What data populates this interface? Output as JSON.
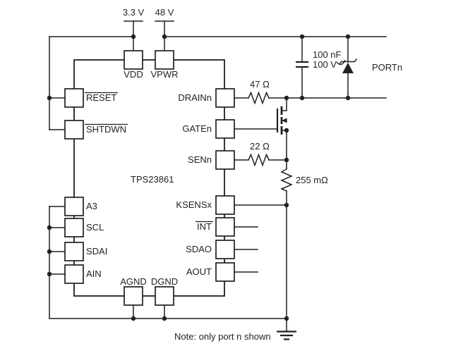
{
  "schematic": {
    "ic_label": "TPS23861",
    "supplies": {
      "v33": "3.3 V",
      "v48": "48 V"
    },
    "pins": {
      "vdd": "VDD",
      "vpwr": "VPWR",
      "reset": "RESET",
      "shtdwn": "SHTDWN",
      "a3": "A3",
      "scl": "SCL",
      "sdai": "SDAI",
      "ain": "AIN",
      "drainn": "DRAINn",
      "gaten": "GATEn",
      "senn": "SENn",
      "ksensx": "KSENSx",
      "int": "INT",
      "sdao": "SDAO",
      "aout": "AOUT",
      "agnd": "AGND",
      "dgnd": "DGND"
    },
    "components": {
      "drain_resistor": "47 Ω",
      "sense_gate_resistor": "22 Ω",
      "current_sense_resistor": "255 mΩ",
      "capacitor_value": "100 nF",
      "capacitor_rating": "100 V",
      "port_label": "PORTn"
    },
    "note": "Note: only port n shown",
    "colors": {
      "line": "#231f20",
      "background": "#ffffff"
    }
  }
}
